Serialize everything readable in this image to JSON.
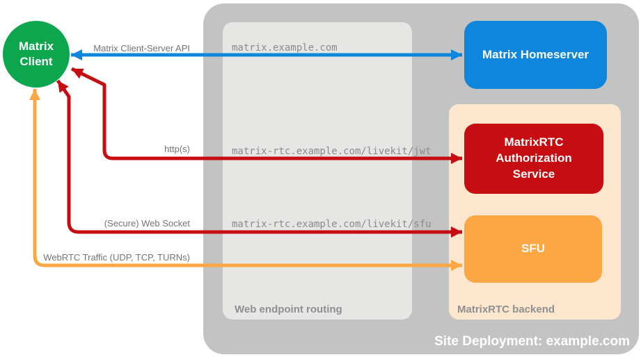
{
  "colors": {
    "green": "#0CA64F",
    "blue": "#0E86DC",
    "red": "#C60D12",
    "orange": "#FBA743",
    "peach": "#FCE6CE",
    "graybox": "#C3C3C3",
    "routingbg": "#E6E6E5",
    "labelgray": "#747474",
    "mutedlabel": "#8F8F8F",
    "monogray": "#8A8A8A",
    "white": "#FFFFFF"
  },
  "client": {
    "label": "Matrix Client"
  },
  "site": {
    "label": "Site Deployment: example.com"
  },
  "routing": {
    "label": "Web endpoint routing",
    "endpoints": {
      "homeserver": "matrix.example.com",
      "jwt": "matrix-rtc.example.com/livekit/jwt",
      "sfu": "matrix-rtc.example.com/livekit/sfu"
    }
  },
  "backend": {
    "label": "MatrixRTC backend"
  },
  "nodes": {
    "homeserver": {
      "label": "Matrix Homeserver"
    },
    "auth_service": {
      "label": "MatrixRTC Authorization Service"
    },
    "sfu": {
      "label": "SFU"
    }
  },
  "arrows": {
    "client_server_api": {
      "label": "Matrix Client-Server API"
    },
    "https": {
      "label": "http(s)"
    },
    "websocket": {
      "label": "(Secure) Web Socket"
    },
    "webrtc": {
      "label": "WebRTC Traffic (UDP, TCP, TURNs)"
    }
  }
}
